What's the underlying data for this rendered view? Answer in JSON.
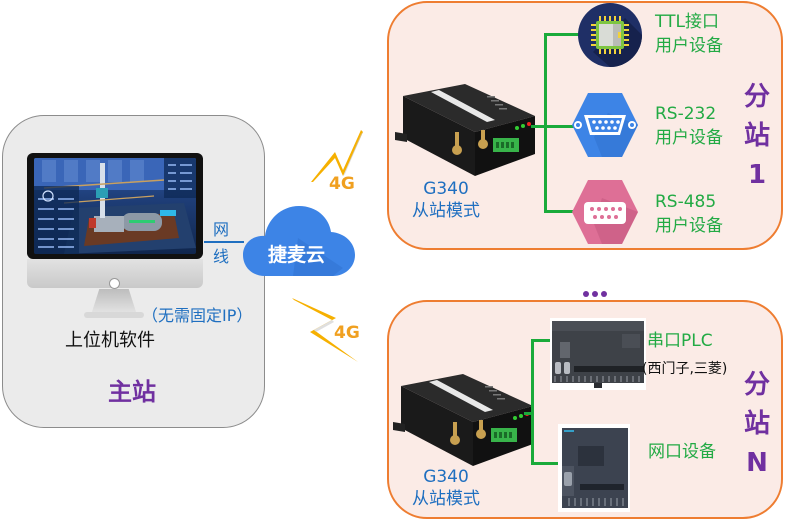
{
  "master_station": {
    "title": "主站",
    "software_label": "上位机软件",
    "note": "（无需固定IP）",
    "icon": "monitor-icon"
  },
  "link": {
    "cable_label_line1": "网",
    "cable_label_line2": "线",
    "cloud_label": "捷麦云",
    "cloud_icon": "cloud-icon",
    "wireless_label_top": "4G",
    "wireless_label_bottom": "4G",
    "wireless_icon": "lightning-bolt-icon"
  },
  "slave_station_1": {
    "title_chars": [
      "分",
      "站",
      "1"
    ],
    "router_model": "G340",
    "router_mode": "从站模式",
    "devices": [
      {
        "line1": "TTL接口",
        "line2": "用户设备",
        "icon": "chip-icon"
      },
      {
        "line1": "RS-232",
        "line2": "用户设备",
        "icon": "db9-serial-port-icon"
      },
      {
        "line1": "RS-485",
        "line2": "用户设备",
        "icon": "db9-serial-port-icon"
      }
    ]
  },
  "ellipsis": "•••",
  "slave_station_n": {
    "title_chars": [
      "分",
      "站",
      "N"
    ],
    "router_model": "G340",
    "router_mode": "从站模式",
    "devices": [
      {
        "line1": "串口PLC",
        "line2": "(西门子,三菱)",
        "icon": "plc-icon"
      },
      {
        "line1": "网口设备",
        "icon": "plc-icon"
      }
    ]
  },
  "colors": {
    "accent_purple": "#7030a0",
    "label_blue": "#1f6fc0",
    "device_green": "#22aa44",
    "box_orange": "#ee7d31",
    "box_fill": "#fbebe6",
    "signal_orange": "#f0a020",
    "cloud_blue": "#3d84e6"
  }
}
